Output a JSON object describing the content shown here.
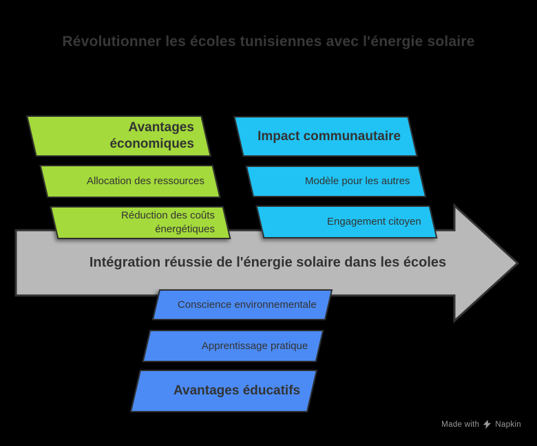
{
  "title": "Révolutionner les écoles tunisiennes avec l'énergie solaire",
  "arrow": {
    "label": "Intégration réussie de l'énergie solaire dans les écoles"
  },
  "groups": {
    "economic": {
      "header": "Avantages économiques",
      "items": [
        "Allocation des ressources",
        "Réduction des coûts énergétiques"
      ]
    },
    "community": {
      "header": "Impact communautaire",
      "items": [
        "Modèle pour les autres",
        "Engagement citoyen"
      ]
    },
    "educational": {
      "header": "Avantages éducatifs",
      "items": [
        "Conscience environnementale",
        "Apprentissage pratique"
      ]
    }
  },
  "footer": {
    "made_with": "Made with",
    "brand": "Napkin"
  },
  "colors": {
    "background": "#000000",
    "economic_green": "#A4DA3B",
    "community_cyan": "#21C3F4",
    "educational_blue": "#4C8BF5",
    "arrow_fill": "#B9B9B9",
    "shape_outline": "#2E2E2E",
    "title_text": "#383838",
    "shape_text": "#333333",
    "badge_text": "#9B9B9B"
  }
}
